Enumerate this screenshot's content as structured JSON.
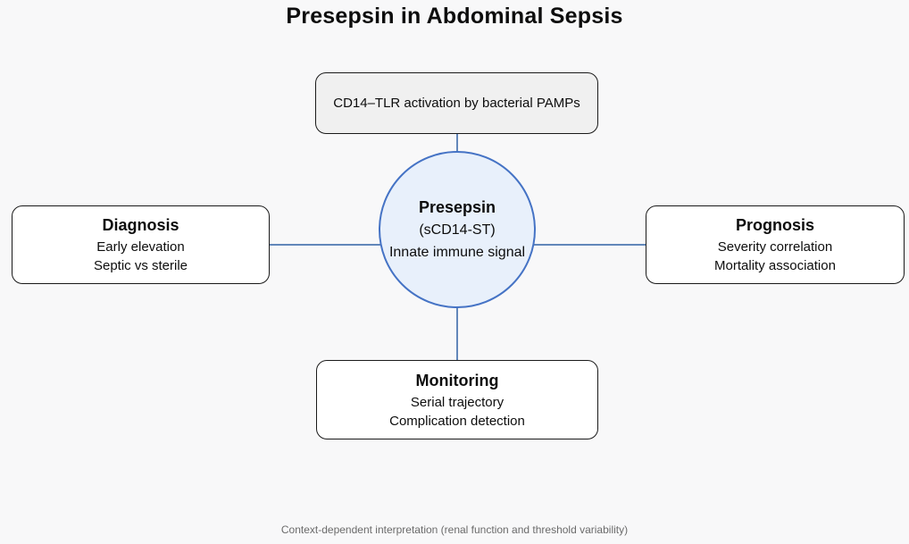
{
  "title": "Presepsin in Abdominal Sepsis",
  "nodes": {
    "trigger": {
      "label": "CD14–TLR activation by bacterial PAMPs"
    },
    "center": {
      "title": "Presepsin",
      "subtitle": "(sCD14-ST)",
      "description": "Innate immune signal"
    },
    "diagnosis": {
      "title": "Diagnosis",
      "lines": [
        "Early elevation",
        "Septic vs sterile"
      ]
    },
    "prognosis": {
      "title": "Prognosis",
      "lines": [
        "Severity correlation",
        "Mortality association"
      ]
    },
    "monitoring": {
      "title": "Monitoring",
      "lines": [
        "Serial trajectory",
        "Complication detection"
      ]
    }
  },
  "footer": "Context-dependent interpretation (renal function and threshold variability)",
  "colors": {
    "background": "#f8f8f9",
    "circle_fill": "#e8f0fb",
    "circle_border": "#4573c5",
    "connector_blue": "#6287ba",
    "trigger_fill": "#f0f0f0",
    "node_border": "#1a1a1a",
    "footer_gray": "#6b6b6b",
    "text_black": "#0d0d0d"
  }
}
